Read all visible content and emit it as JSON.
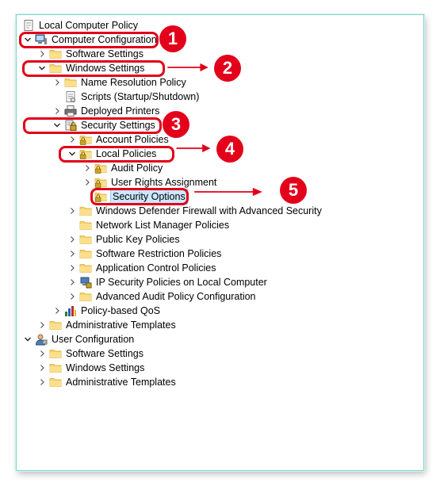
{
  "tree": {
    "root": "Local Computer Policy",
    "computer_configuration": "Computer Configuration",
    "cc_software_settings": "Software Settings",
    "cc_windows_settings": "Windows Settings",
    "name_resolution_policy": "Name Resolution Policy",
    "scripts": "Scripts (Startup/Shutdown)",
    "deployed_printers": "Deployed Printers",
    "security_settings": "Security Settings",
    "account_policies": "Account Policies",
    "local_policies": "Local Policies",
    "audit_policy": "Audit Policy",
    "user_rights_assignment": "User Rights Assignment",
    "security_options": "Security Options",
    "firewall": "Windows Defender Firewall with Advanced Security",
    "network_list": "Network List Manager Policies",
    "public_key": "Public Key Policies",
    "software_restriction": "Software Restriction Policies",
    "application_control": "Application Control Policies",
    "ip_security": "IP Security Policies on Local Computer",
    "advanced_audit": "Advanced Audit Policy Configuration",
    "policy_qos": "Policy-based QoS",
    "cc_admin_templates": "Administrative Templates",
    "user_configuration": "User Configuration",
    "uc_software_settings": "Software Settings",
    "uc_windows_settings": "Windows Settings",
    "uc_admin_templates": "Administrative Templates"
  },
  "callouts": {
    "step1": "1",
    "step2": "2",
    "step3": "3",
    "step4": "4",
    "step5": "5"
  },
  "colors": {
    "callout_red": "#e0001a",
    "folder_yellow": "#f8d26a",
    "selection_blue": "#cce8ff",
    "frame_teal": "#7fd6c9"
  },
  "icons": {
    "folder": "folder-icon",
    "locked_folder": "locked-folder-icon",
    "policy_doc": "policy-document-icon",
    "computer": "computer-icon",
    "user": "user-icon",
    "printer": "printer-icon",
    "script": "script-icon",
    "shield": "security-shield-icon",
    "chart": "bar-chart-icon"
  }
}
